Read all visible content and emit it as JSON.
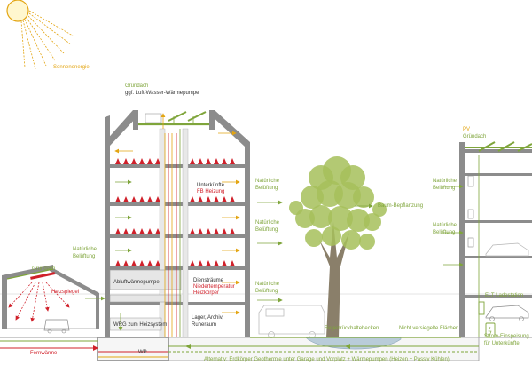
{
  "colors": {
    "green": "#7fa53b",
    "red": "#d0202a",
    "yellow": "#e3a512",
    "wall": "#8c8c8c",
    "water": "#b9ccd9"
  },
  "labels": {
    "sun": "Sonnenenergie",
    "roof_main": "Gründach",
    "roof_main_sub": "ggf. Luft-Wasser-Wärmepumpe",
    "vent_left": "Natürliche\nBelüftung",
    "roof_left": "Gründach",
    "heat_mirror": "Heizspiegel",
    "exhaust_hp": "Abluftwärmepumpe",
    "accom_line1": "Unterkünfte",
    "accom_line2": "FB Heizung",
    "services_line1": "Diensträume",
    "services_line2": "Niedertemperatur",
    "services_line3": "Heizkörper",
    "storage": "Lager, Archiv,\nRuheraum",
    "wrg": "WRG zum Heizsystem",
    "wp": "WP",
    "district": "Fernwärme",
    "vent_mid1": "Natürliche\nBelüftung",
    "vent_mid2": "Natürliche\nBelüftung",
    "vent_mid3": "Natürliche\nBelüftung",
    "tree": "Baum-Bepflanzung",
    "rain": "Regenrückhaltebecken",
    "unsealed": "Nicht versiegelte Flächen",
    "pv": "PV",
    "roof_right": "Gründach",
    "vent_right1": "Natürliche\nBelüftung",
    "vent_right2": "Natürliche\nBelüftung",
    "elt": "ELT Ladestation",
    "power": "Strom-Einspeisung\nfür Unterkünfte",
    "geo": "Alternativ: Erdkörper Geothermie unter Garage und Vorplatz + Wärmepumpen (Heizen + Passiv Kühlen)"
  }
}
